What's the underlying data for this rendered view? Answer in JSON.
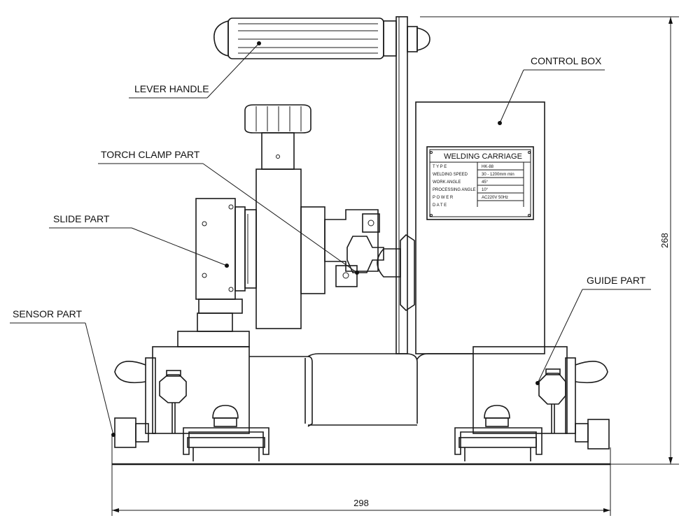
{
  "labels": {
    "lever_handle": "LEVER HANDLE",
    "control_box": "CONTROL BOX",
    "torch_clamp_part": "TORCH CLAMP PART",
    "slide_part": "SLIDE PART",
    "guide_part": "GUIDE PART",
    "sensor_part": "SENSOR PART"
  },
  "dimensions": {
    "height": "268",
    "width": "298"
  },
  "nameplate": {
    "title": "WELDING CARRIAGE",
    "rows": [
      {
        "label": "T Y P E",
        "value": "HK-88"
      },
      {
        "label": "WELDING SPEED",
        "value": "30 - 1200mm min"
      },
      {
        "label": "WORK ANGLE",
        "value": "45°"
      },
      {
        "label": "PROCESSING ANGLE",
        "value": "10°"
      },
      {
        "label": "P O W E R",
        "value": "AC220V 50Hz"
      },
      {
        "label": "D A T E",
        "value": ""
      }
    ]
  }
}
